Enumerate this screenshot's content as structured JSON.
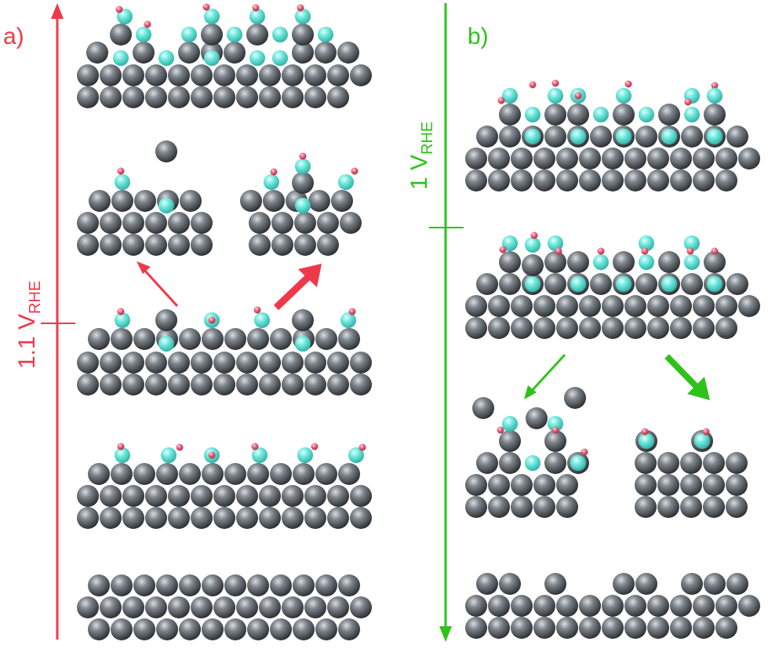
{
  "panels": [
    {
      "id": "a",
      "label": "a)",
      "potential_label": "1.1 V",
      "potential_subscript": "RHE",
      "color": "#f0384b"
    },
    {
      "id": "b",
      "label": "b)",
      "potential_label": "1 V",
      "potential_subscript": "RHE",
      "color": "#2fc21b"
    }
  ],
  "colors": {
    "metal": "#555b60",
    "oxygen": "#56e0d2",
    "hydrogen": "#e0566e"
  }
}
